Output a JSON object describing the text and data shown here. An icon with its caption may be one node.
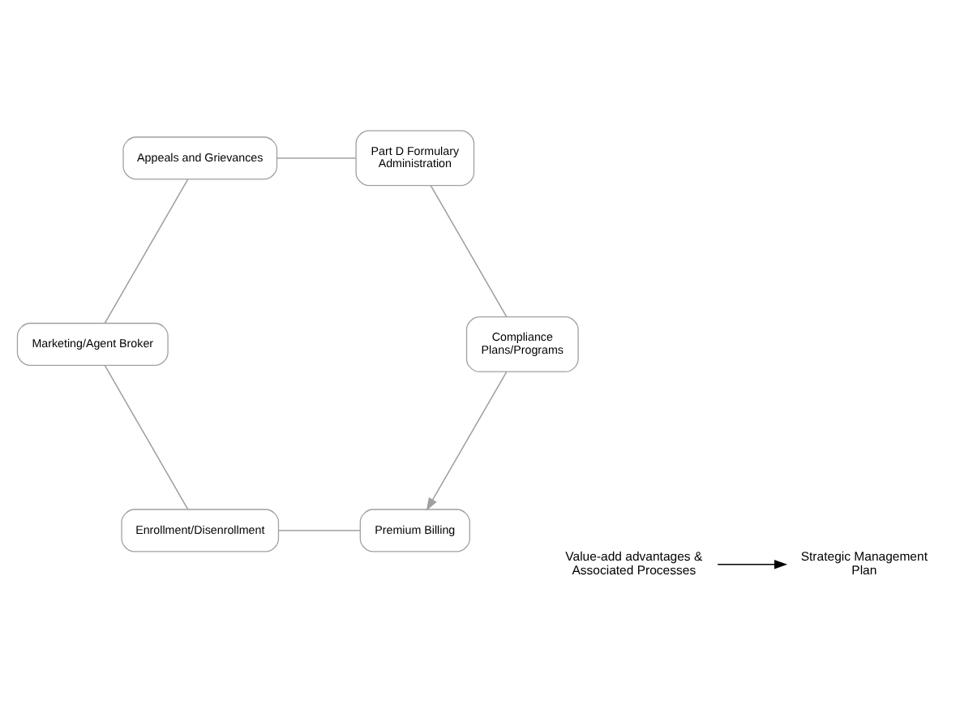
{
  "diagram": {
    "nodes": [
      {
        "text": [
          "Premium Billing"
        ]
      },
      {
        "text": [
          "Compliance Plans/Programs"
        ]
      },
      {
        "text": [
          "Enrollment/Disenrollment"
        ]
      },
      {
        "text": [
          "Value-add advantages & Associated Processes"
        ]
      },
      {
        "text": [
          "Strategic Management Plan"
        ]
      },
      {
        "text": [
          "Part D Formulary Administration"
        ]
      },
      {
        "text": [
          "Marketing/Agent Broker"
        ]
      },
      {
        "text": [
          "Appeals and Grievances"
        ]
      }
    ],
    "edges": [
      {
        "from": 0,
        "to": 2,
        "arrow": "none"
      },
      {
        "from": 2,
        "to": 6,
        "arrow": "none"
      },
      {
        "from": 6,
        "to": 7,
        "arrow": "none"
      },
      {
        "from": 7,
        "to": 5,
        "arrow": "none"
      },
      {
        "from": 5,
        "to": 1,
        "arrow": "none"
      },
      {
        "from": 1,
        "to": 0,
        "arrow": "to"
      },
      {
        "from": 3,
        "to": 4,
        "arrow": "to",
        "color": "#000000"
      }
    ]
  }
}
